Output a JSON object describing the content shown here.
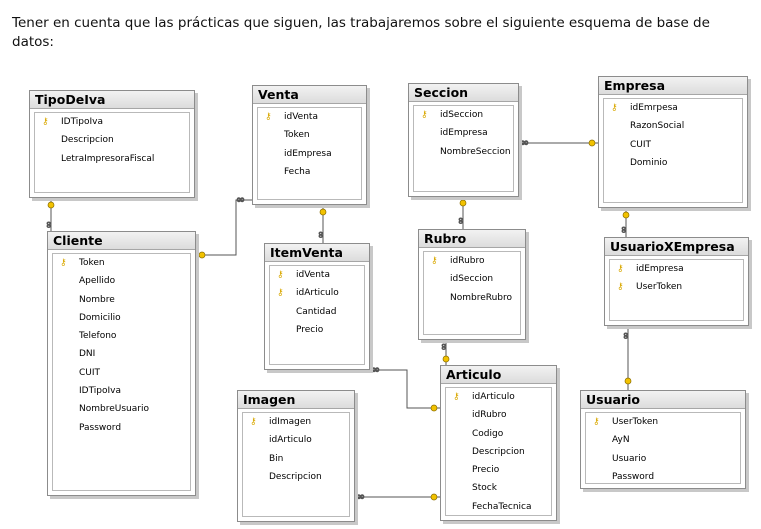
{
  "intro": "Tener en cuenta que las prácticas que siguen, las trabajaremos sobre el siguiente esquema de base de datos:",
  "key_icon": "key-icon",
  "tables": {
    "tipodelva": {
      "title": "TipoDeIva",
      "rows": [
        {
          "name": "IDTipoIva",
          "pk": true
        },
        {
          "name": "Descripcion",
          "pk": false
        },
        {
          "name": "LetraImpresoraFiscal",
          "pk": false
        }
      ]
    },
    "venta": {
      "title": "Venta",
      "rows": [
        {
          "name": "idVenta",
          "pk": true
        },
        {
          "name": "Token",
          "pk": false
        },
        {
          "name": "idEmpresa",
          "pk": false
        },
        {
          "name": "Fecha",
          "pk": false
        }
      ]
    },
    "seccion": {
      "title": "Seccion",
      "rows": [
        {
          "name": "idSeccion",
          "pk": true
        },
        {
          "name": "idEmpresa",
          "pk": false
        },
        {
          "name": "NombreSeccion",
          "pk": false
        }
      ]
    },
    "empresa": {
      "title": "Empresa",
      "rows": [
        {
          "name": "idEmrpesa",
          "pk": true
        },
        {
          "name": "RazonSocial",
          "pk": false
        },
        {
          "name": "CUIT",
          "pk": false
        },
        {
          "name": "Dominio",
          "pk": false
        }
      ]
    },
    "cliente": {
      "title": "Cliente",
      "rows": [
        {
          "name": "Token",
          "pk": true
        },
        {
          "name": "Apellido",
          "pk": false
        },
        {
          "name": "Nombre",
          "pk": false
        },
        {
          "name": "Domicilio",
          "pk": false
        },
        {
          "name": "Telefono",
          "pk": false
        },
        {
          "name": "DNI",
          "pk": false
        },
        {
          "name": "CUIT",
          "pk": false
        },
        {
          "name": "IDTipoIva",
          "pk": false
        },
        {
          "name": "NombreUsuario",
          "pk": false
        },
        {
          "name": "Password",
          "pk": false
        }
      ]
    },
    "itemventa": {
      "title": "ItemVenta",
      "rows": [
        {
          "name": "idVenta",
          "pk": true
        },
        {
          "name": "idArticulo",
          "pk": true
        },
        {
          "name": "Cantidad",
          "pk": false
        },
        {
          "name": "Precio",
          "pk": false
        }
      ]
    },
    "rubro": {
      "title": "Rubro",
      "rows": [
        {
          "name": "idRubro",
          "pk": true
        },
        {
          "name": "idSeccion",
          "pk": false
        },
        {
          "name": "NombreRubro",
          "pk": false
        }
      ]
    },
    "usuarioxempresa": {
      "title": "UsuarioXEmpresa",
      "rows": [
        {
          "name": "idEmpresa",
          "pk": true
        },
        {
          "name": "UserToken",
          "pk": true
        }
      ]
    },
    "imagen": {
      "title": "Imagen",
      "rows": [
        {
          "name": "idImagen",
          "pk": true
        },
        {
          "name": "idArticulo",
          "pk": false
        },
        {
          "name": "Bin",
          "pk": false
        },
        {
          "name": "Descripcion",
          "pk": false
        }
      ]
    },
    "articulo": {
      "title": "Articulo",
      "rows": [
        {
          "name": "idArticulo",
          "pk": true
        },
        {
          "name": "idRubro",
          "pk": false
        },
        {
          "name": "Codigo",
          "pk": false
        },
        {
          "name": "Descripcion",
          "pk": false
        },
        {
          "name": "Precio",
          "pk": false
        },
        {
          "name": "Stock",
          "pk": false
        },
        {
          "name": "FechaTecnica",
          "pk": false
        }
      ]
    },
    "usuario": {
      "title": "Usuario",
      "rows": [
        {
          "name": "UserToken",
          "pk": true
        },
        {
          "name": "AyN",
          "pk": false
        },
        {
          "name": "Usuario",
          "pk": false
        },
        {
          "name": "Password",
          "pk": false
        }
      ]
    }
  },
  "relationships": [
    {
      "name": "tipodelva-cliente",
      "from": "TipoDeIva",
      "to": "Cliente"
    },
    {
      "name": "cliente-venta",
      "from": "Cliente",
      "to": "Venta"
    },
    {
      "name": "venta-itemventa",
      "from": "Venta",
      "to": "ItemVenta"
    },
    {
      "name": "itemventa-articulo",
      "from": "ItemVenta",
      "to": "Articulo"
    },
    {
      "name": "seccion-empresa",
      "from": "Seccion",
      "to": "Empresa"
    },
    {
      "name": "seccion-rubro",
      "from": "Seccion",
      "to": "Rubro"
    },
    {
      "name": "rubro-articulo",
      "from": "Rubro",
      "to": "Articulo"
    },
    {
      "name": "empresa-usuarioxempresa",
      "from": "Empresa",
      "to": "UsuarioXEmpresa"
    },
    {
      "name": "usuarioxempresa-usuario",
      "from": "UsuarioXEmpresa",
      "to": "Usuario"
    },
    {
      "name": "imagen-articulo",
      "from": "Imagen",
      "to": "Articulo"
    }
  ],
  "colors": {
    "key": "#d9a800",
    "line": "#555555",
    "header_top": "#f2f2f2",
    "header_bottom": "#dcdcdc"
  }
}
